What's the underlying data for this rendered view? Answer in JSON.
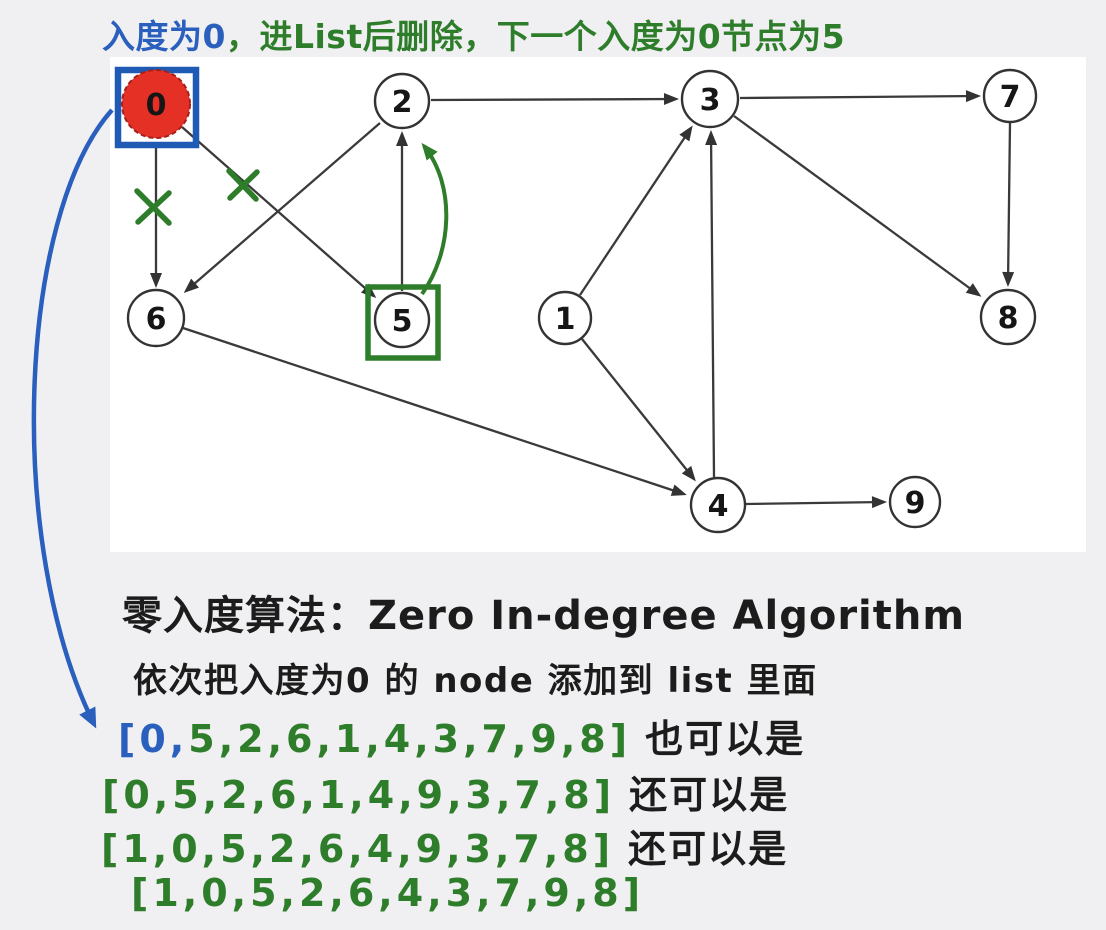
{
  "colors": {
    "annotation_blue": "#2a5fbe",
    "annotation_green": "#2e7d2a",
    "annotation_black": "#1c1c1c",
    "node_red_fill": "#e53026",
    "edge_stroke": "#3a3a3a",
    "background": "#f0f0f2",
    "panel": "#ffffff"
  },
  "top_annotation": {
    "blue_part": "入度为0",
    "green_part": "，进List后删除，下一个入度为0节点为5"
  },
  "graph": {
    "nodes": {
      "n0": {
        "label": "0",
        "highlight": "red fill + blue box (current zero in-degree node)"
      },
      "n1": {
        "label": "1"
      },
      "n2": {
        "label": "2"
      },
      "n3": {
        "label": "3"
      },
      "n4": {
        "label": "4"
      },
      "n5": {
        "label": "5",
        "highlight": "green box (next zero in-degree node)"
      },
      "n6": {
        "label": "6"
      },
      "n7": {
        "label": "7"
      },
      "n8": {
        "label": "8"
      },
      "n9": {
        "label": "9"
      }
    },
    "edges": [
      "0→6",
      "0→5",
      "5→2",
      "2→6",
      "2→3",
      "1→3",
      "1→4",
      "6→4",
      "4→3",
      "3→7",
      "3→8",
      "7→8",
      "4→9"
    ],
    "deleted_edges_marked_x": [
      "0→6",
      "0→5"
    ]
  },
  "notes": {
    "title_cn": "零入度算法：",
    "title_en": "Zero In-degree Algorithm",
    "subtitle": "依次把入度为0 的 node 添加到 list 里面"
  },
  "orderings": [
    {
      "blue": "[0,",
      "green": "5,2,6,1,4,3,7,9,8]",
      "black": "也可以是"
    },
    {
      "blue": "",
      "green": "[0,5,2,6,1,4,9,3,7,8]",
      "black": "还可以是"
    },
    {
      "blue": "",
      "green": "[1,0,5,2,6,4,9,3,7,8]",
      "black": "还可以是"
    },
    {
      "blue": "",
      "green": "[1,0,5,2,6,4,3,7,9,8]",
      "black": ""
    }
  ]
}
